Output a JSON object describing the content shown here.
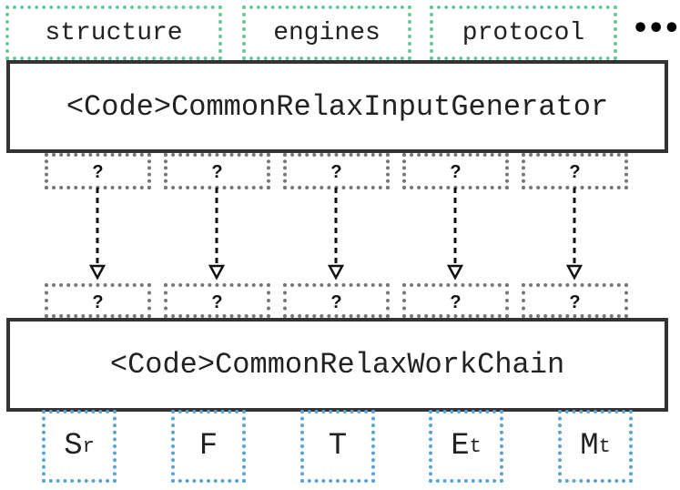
{
  "inputs": [
    "structure",
    "engines",
    "protocol"
  ],
  "ellipsis": "•••",
  "generator_label": "<Code>CommonRelaxInputGenerator",
  "workchain_label": "<Code>CommonRelaxWorkChain",
  "generator_ports": [
    "?",
    "?",
    "?",
    "?",
    "?"
  ],
  "workchain_ports": [
    "?",
    "?",
    "?",
    "?",
    "?"
  ],
  "outputs": [
    {
      "base": "S",
      "sub": "r"
    },
    {
      "base": "F",
      "sub": ""
    },
    {
      "base": "T",
      "sub": ""
    },
    {
      "base": "E",
      "sub": "t"
    },
    {
      "base": "M",
      "sub": "t"
    }
  ],
  "colors": {
    "input_border": "#6cc79a",
    "port_border": "#777777",
    "output_border": "#5aa4d8",
    "box_border": "#333333"
  }
}
